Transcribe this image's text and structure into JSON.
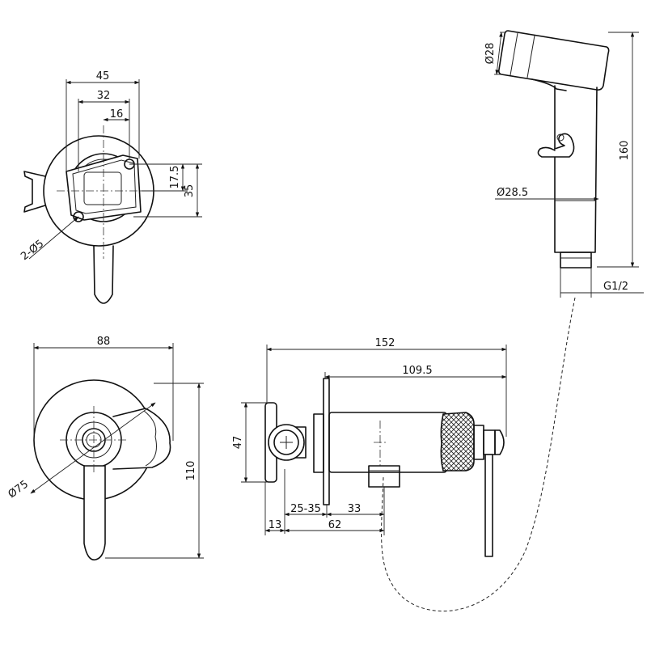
{
  "top_view": {
    "width_45": "45",
    "width_32": "32",
    "width_16": "16",
    "height_17_5": "17.5",
    "height_35": "35",
    "holes": "2-Ø5"
  },
  "hand_shower": {
    "head_diameter": "Ø28",
    "handle_diameter": "Ø28.5",
    "length": "160",
    "thread": "G1/2"
  },
  "front_view": {
    "width": "88",
    "height": "110",
    "plate_diameter": "Ø75"
  },
  "side_view": {
    "overall": "152",
    "body_length": "109.5",
    "holder_height": "47",
    "wall_depth": "25-35",
    "outlet_offset": "33",
    "plate_thickness": "13",
    "outlet_distance": "62"
  }
}
